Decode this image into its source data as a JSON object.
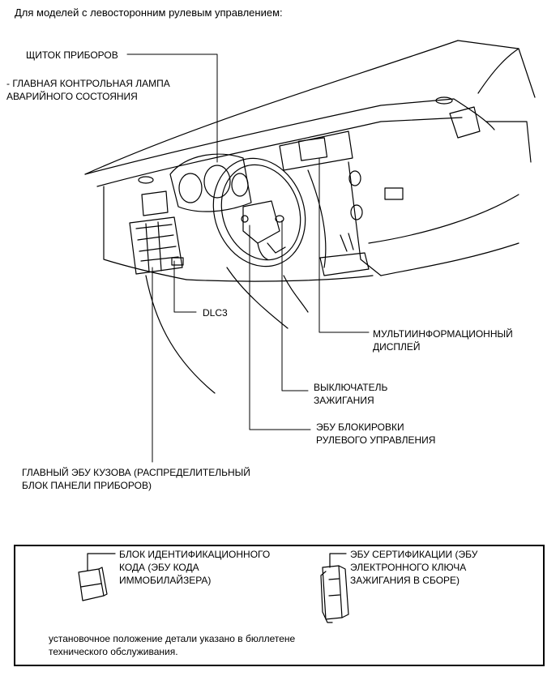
{
  "header": "Для моделей с левосторонним рулевым управлением:",
  "callouts": {
    "instrument_panel": "ЩИТОК ПРИБОРОВ",
    "master_warning_lamp": "- ГЛАВНАЯ КОНТРОЛЬНАЯ ЛАМПА\nАВАРИЙНОГО СОСТОЯНИЯ",
    "dlc3": "DLC3",
    "multi_display": "МУЛЬТИИНФОРМАЦИОННЫЙ\nДИСПЛЕЙ",
    "ignition_switch": "ВЫКЛЮЧАТЕЛЬ\nЗАЖИГАНИЯ",
    "steering_lock_ecu": "ЭБУ БЛОКИРОВКИ\nРУЛЕВОГО УПРАВЛЕНИЯ",
    "main_body_ecu": "ГЛАВНЫЙ ЭБУ КУЗОВА (РАСПРЕДЕЛИТЕЛЬНЫЙ\nБЛОК ПАНЕЛИ ПРИБОРОВ)"
  },
  "inset": {
    "transponder_block": "БЛОК ИДЕНТИФИКАЦИОННОГО\nКОДА (ЭБУ КОДА\nИММОБИЛАЙЗЕРА)",
    "certification_ecu": "ЭБУ СЕРТИФИКАЦИИ (ЭБУ\nЭЛЕКТРОННОГО КЛЮЧА\nЗАЖИГАНИЯ В СБОРЕ)",
    "note": "установочное положение детали указано в бюллетене\nтехнического обслуживания."
  }
}
